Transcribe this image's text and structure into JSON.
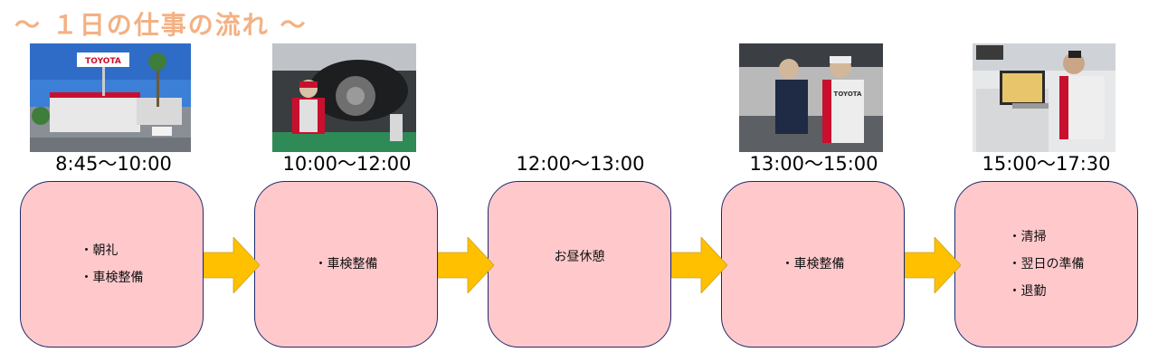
{
  "title": "～ １日の仕事の流れ ～",
  "steps": [
    {
      "time": "8:45～10:00",
      "items": [
        "朝礼",
        "車検整備"
      ],
      "photo": "toyota-dealership-photo"
    },
    {
      "time": "10:00～12:00",
      "items": [
        "車検整備"
      ],
      "photo": "mechanic-brake-service-photo"
    },
    {
      "time": "12:00～13:00",
      "text": "お昼休憩"
    },
    {
      "time": "13:00～15:00",
      "items": [
        "車検整備"
      ],
      "photo": "mechanics-engine-inspection-photo"
    },
    {
      "time": "15:00～17:30",
      "items": [
        "清掃",
        "翌日の準備",
        "退勤"
      ],
      "photo": "staff-computer-work-photo"
    }
  ],
  "colors": {
    "title": "#F4B183",
    "box_fill": "#FFC9CC",
    "box_border": "#1F2A6B",
    "arrow": "#FFC000"
  }
}
